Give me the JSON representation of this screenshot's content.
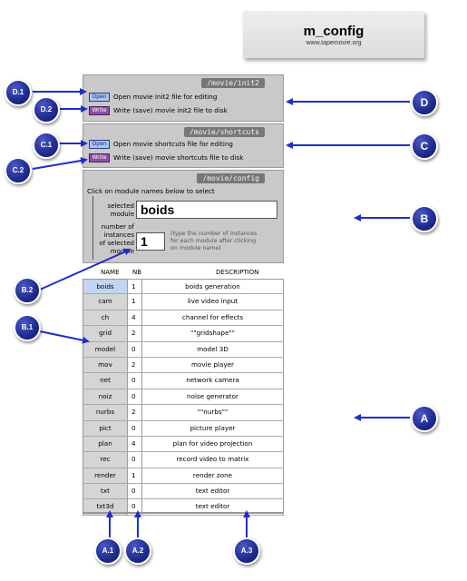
{
  "logo": {
    "title": "m_config",
    "url": "www.tapemovie.org"
  },
  "panel_init2": {
    "title": "/movie/init2",
    "open_label": "Open",
    "open_text": "Open movie init2 file for editing",
    "write_label": "Write",
    "write_text": "Write (save) movie init2 file to disk"
  },
  "panel_shortcuts": {
    "title": "/movie/shortcuts",
    "open_label": "Open",
    "open_text": "Open movie shortcuts file for editing",
    "write_label": "Write",
    "write_text": "Write (save) movie shortcuts file to disk"
  },
  "panel_config": {
    "title": "/movie/config",
    "instruction": "Click on module names below to select",
    "selected_label_1": "selected",
    "selected_label_2": "module",
    "selected_value": "boids",
    "instances_label_1": "number of",
    "instances_label_2": "instances",
    "instances_label_3": "of selected",
    "instances_label_4": "module",
    "instances_value": "1",
    "note_1": "(type the number of instances",
    "note_2": "for each module after clicking",
    "note_3": "on module name)"
  },
  "table": {
    "headers": {
      "name": "NAME",
      "nb": "NB",
      "desc": "DESCRIPTION"
    },
    "rows": [
      {
        "name": "boids",
        "nb": "1",
        "desc": "boids generation"
      },
      {
        "name": "cam",
        "nb": "1",
        "desc": "live video input"
      },
      {
        "name": "ch",
        "nb": "4",
        "desc": "channel for effects"
      },
      {
        "name": "grid",
        "nb": "2",
        "desc": "\"\"gridshape\"\""
      },
      {
        "name": "model",
        "nb": "0",
        "desc": "model 3D"
      },
      {
        "name": "mov",
        "nb": "2",
        "desc": "movie player"
      },
      {
        "name": "net",
        "nb": "0",
        "desc": "network camera"
      },
      {
        "name": "noiz",
        "nb": "0",
        "desc": "noise generator"
      },
      {
        "name": "nurbs",
        "nb": "2",
        "desc": "\"\"nurbs\"\""
      },
      {
        "name": "pict",
        "nb": "0",
        "desc": "picture player"
      },
      {
        "name": "plan",
        "nb": "4",
        "desc": "plan for video projection"
      },
      {
        "name": "rec",
        "nb": "0",
        "desc": "record video to matrix"
      },
      {
        "name": "render",
        "nb": "1",
        "desc": "render zone"
      },
      {
        "name": "txt",
        "nb": "0",
        "desc": "text editor"
      },
      {
        "name": "txt3d",
        "nb": "0",
        "desc": "text editor"
      }
    ]
  },
  "markers": {
    "d1": "D.1",
    "d2": "D.2",
    "c1": "C.1",
    "c2": "C.2",
    "b2": "B.2",
    "b1": "B.1",
    "d": "D",
    "c": "C",
    "b": "B",
    "a": "A",
    "a1": "A.1",
    "a2": "A.2",
    "a3": "A.3"
  },
  "colors": {
    "marker": "#1d2a8c",
    "arrow": "#1f2ecb",
    "open_button": "#a9c4ee",
    "write_button": "#8e4fa6",
    "panel": "#c9c9c9"
  }
}
